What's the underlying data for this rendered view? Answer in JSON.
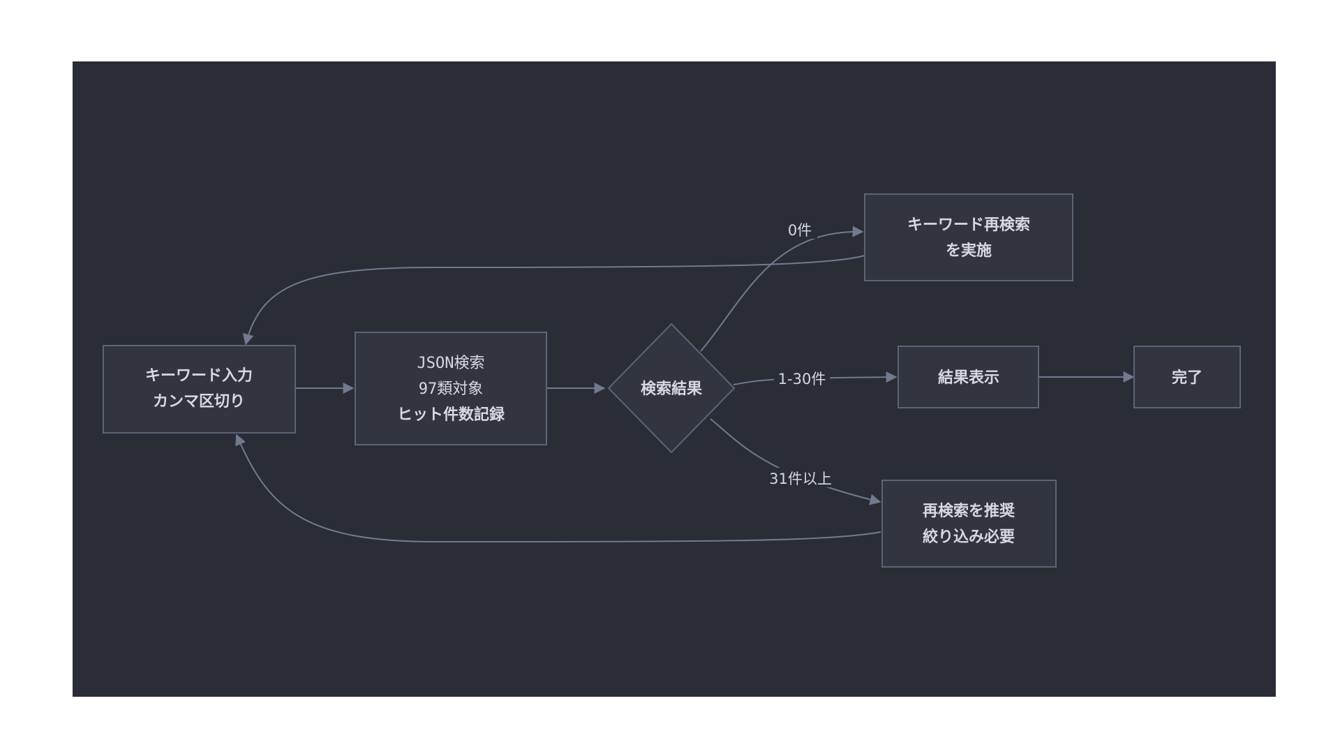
{
  "colors": {
    "page_background": "#ffffff",
    "canvas_background": "#2a2d36",
    "node_fill": "#323540",
    "node_stroke": "#5d6478",
    "edge_stroke": "#727a90",
    "text": "#d6d9e1"
  },
  "nodes": {
    "keyword_input": {
      "line1": "キーワード入力",
      "line2": "カンマ区切り"
    },
    "json_search": {
      "line1": "JSON検索",
      "line2": "97類対象",
      "line3": "ヒット件数記録"
    },
    "search_result": {
      "label": "検索結果"
    },
    "keyword_research": {
      "line1": "キーワード再検索",
      "line2": "を実施"
    },
    "result_display": {
      "label": "結果表示"
    },
    "complete": {
      "label": "完了"
    },
    "recommend_research": {
      "line1": "再検索を推奨",
      "line2": "絞り込み必要"
    }
  },
  "edges": {
    "zero_hits": "0件",
    "one_to_thirty": "1-30件",
    "over_thirty_one": "31件以上"
  }
}
